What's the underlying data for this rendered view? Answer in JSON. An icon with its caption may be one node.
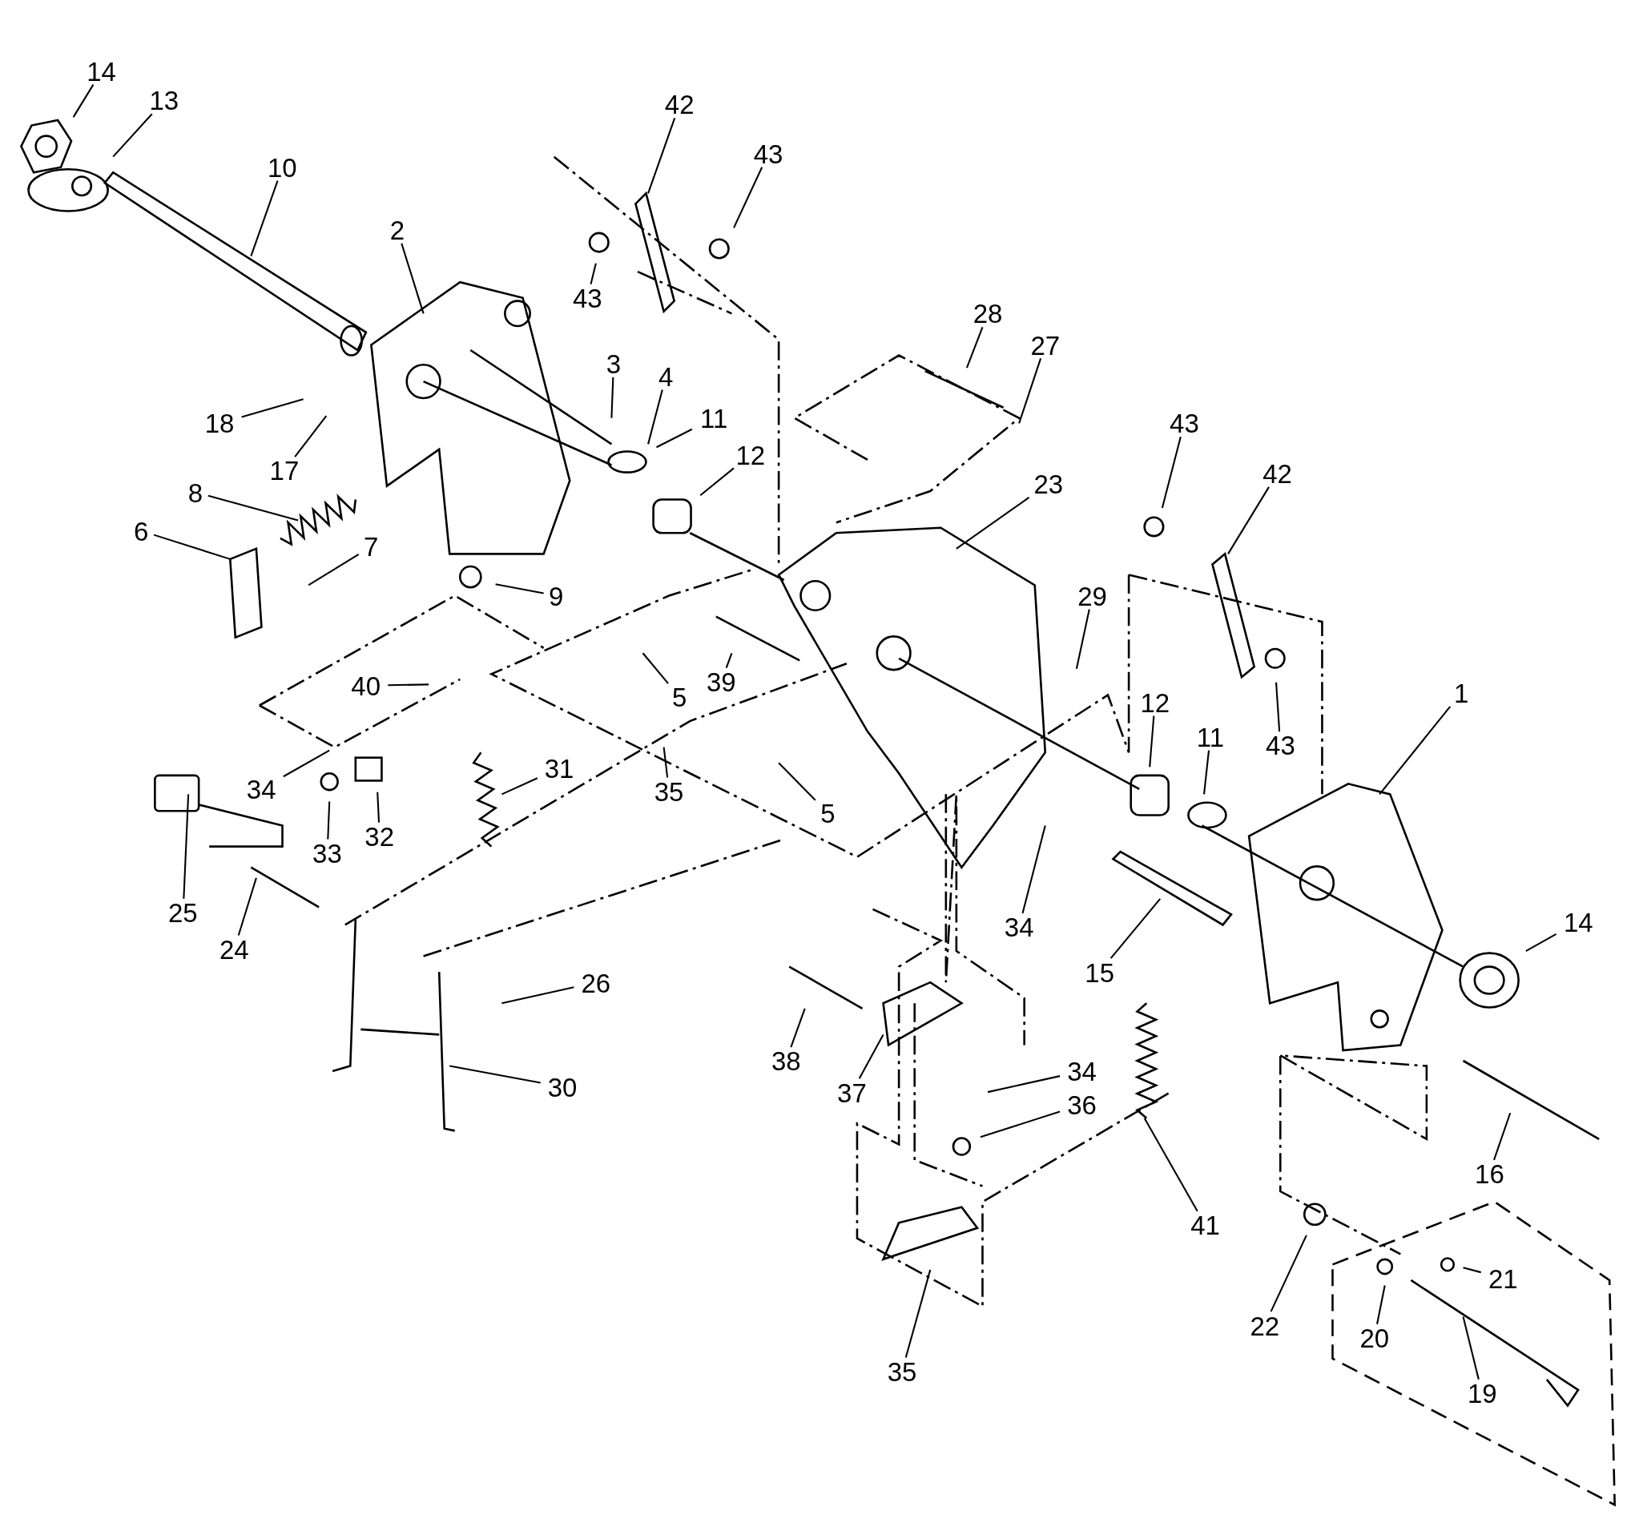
{
  "diagram": {
    "nodes": [
      {
        "text": [
          "14"
        ]
      },
      {
        "text": [
          "13"
        ]
      },
      {
        "text": [
          "10"
        ]
      },
      {
        "text": [
          "2"
        ]
      },
      {
        "text": [
          "42"
        ]
      },
      {
        "text": [
          "43"
        ]
      },
      {
        "text": [
          "43"
        ]
      },
      {
        "text": [
          "28"
        ]
      },
      {
        "text": [
          "3"
        ]
      },
      {
        "text": [
          "4"
        ]
      },
      {
        "text": [
          "27"
        ]
      },
      {
        "text": [
          "18"
        ]
      },
      {
        "text": [
          "17"
        ]
      },
      {
        "text": [
          "11"
        ]
      },
      {
        "text": [
          "43"
        ]
      },
      {
        "text": [
          "12"
        ]
      },
      {
        "text": [
          "42"
        ]
      },
      {
        "text": [
          "23"
        ]
      },
      {
        "text": [
          "8"
        ]
      },
      {
        "text": [
          "6"
        ]
      },
      {
        "text": [
          "7"
        ]
      },
      {
        "text": [
          "9"
        ]
      },
      {
        "text": [
          "29"
        ]
      },
      {
        "text": [
          "40"
        ]
      },
      {
        "text": [
          "5"
        ]
      },
      {
        "text": [
          "39"
        ]
      },
      {
        "text": [
          "1"
        ]
      },
      {
        "text": [
          "12"
        ]
      },
      {
        "text": [
          "11"
        ]
      },
      {
        "text": [
          "43"
        ]
      },
      {
        "text": [
          "31"
        ]
      },
      {
        "text": [
          "34"
        ]
      },
      {
        "text": [
          "35"
        ]
      },
      {
        "text": [
          "5"
        ]
      },
      {
        "text": [
          "32"
        ]
      },
      {
        "text": [
          "33"
        ]
      },
      {
        "text": [
          "34"
        ]
      },
      {
        "text": [
          "25"
        ]
      },
      {
        "text": [
          "24"
        ]
      },
      {
        "text": [
          "14"
        ]
      },
      {
        "text": [
          "15"
        ]
      },
      {
        "text": [
          "26"
        ]
      },
      {
        "text": [
          "38"
        ]
      },
      {
        "text": [
          "37"
        ]
      },
      {
        "text": [
          "34"
        ]
      },
      {
        "text": [
          "36"
        ]
      },
      {
        "text": [
          "30"
        ]
      },
      {
        "text": [
          "41"
        ]
      },
      {
        "text": [
          "16"
        ]
      },
      {
        "text": [
          "22"
        ]
      },
      {
        "text": [
          "21"
        ]
      },
      {
        "text": [
          "20"
        ]
      },
      {
        "text": [
          "19"
        ]
      },
      {
        "text": [
          "35"
        ]
      }
    ],
    "edges": [
      {
        "from": 0,
        "to": null,
        "arrow": "none"
      },
      {
        "from": 1,
        "to": null,
        "arrow": "none"
      },
      {
        "from": 2,
        "to": null,
        "arrow": "none"
      },
      {
        "from": 3,
        "to": null,
        "arrow": "none"
      },
      {
        "from": 4,
        "to": null,
        "arrow": "none"
      },
      {
        "from": 5,
        "to": null,
        "arrow": "none"
      },
      {
        "from": 6,
        "to": null,
        "arrow": "none"
      },
      {
        "from": 7,
        "to": null,
        "arrow": "none"
      },
      {
        "from": 8,
        "to": null,
        "arrow": "none"
      },
      {
        "from": 9,
        "to": null,
        "arrow": "none"
      },
      {
        "from": 10,
        "to": null,
        "arrow": "none"
      },
      {
        "from": 11,
        "to": null,
        "arrow": "none"
      },
      {
        "from": 12,
        "to": null,
        "arrow": "none"
      },
      {
        "from": 13,
        "to": null,
        "arrow": "none"
      },
      {
        "from": 14,
        "to": null,
        "arrow": "none"
      },
      {
        "from": 15,
        "to": null,
        "arrow": "none"
      },
      {
        "from": 16,
        "to": null,
        "arrow": "none"
      },
      {
        "from": 17,
        "to": null,
        "arrow": "none"
      },
      {
        "from": 18,
        "to": null,
        "arrow": "none"
      },
      {
        "from": 19,
        "to": null,
        "arrow": "none"
      },
      {
        "from": 20,
        "to": null,
        "arrow": "none"
      },
      {
        "from": 21,
        "to": null,
        "arrow": "none"
      },
      {
        "from": 22,
        "to": null,
        "arrow": "none"
      },
      {
        "from": 23,
        "to": null,
        "arrow": "none"
      },
      {
        "from": 24,
        "to": null,
        "arrow": "none"
      },
      {
        "from": 25,
        "to": null,
        "arrow": "none"
      },
      {
        "from": 26,
        "to": null,
        "arrow": "none"
      },
      {
        "from": 27,
        "to": null,
        "arrow": "none"
      },
      {
        "from": 28,
        "to": null,
        "arrow": "none"
      },
      {
        "from": 29,
        "to": null,
        "arrow": "none"
      },
      {
        "from": 30,
        "to": null,
        "arrow": "none"
      },
      {
        "from": 31,
        "to": null,
        "arrow": "none"
      },
      {
        "from": 32,
        "to": null,
        "arrow": "none"
      },
      {
        "from": 33,
        "to": null,
        "arrow": "none"
      },
      {
        "from": 34,
        "to": null,
        "arrow": "none"
      },
      {
        "from": 35,
        "to": null,
        "arrow": "none"
      },
      {
        "from": 36,
        "to": null,
        "arrow": "none"
      },
      {
        "from": 37,
        "to": null,
        "arrow": "none"
      },
      {
        "from": 38,
        "to": null,
        "arrow": "none"
      },
      {
        "from": 39,
        "to": null,
        "arrow": "none"
      },
      {
        "from": 40,
        "to": null,
        "arrow": "none"
      },
      {
        "from": 41,
        "to": null,
        "arrow": "none"
      },
      {
        "from": 42,
        "to": null,
        "arrow": "none"
      },
      {
        "from": 43,
        "to": null,
        "arrow": "none"
      },
      {
        "from": 44,
        "to": null,
        "arrow": "none"
      },
      {
        "from": 45,
        "to": null,
        "arrow": "none"
      },
      {
        "from": 46,
        "to": null,
        "arrow": "none"
      },
      {
        "from": 47,
        "to": null,
        "arrow": "none"
      },
      {
        "from": 48,
        "to": null,
        "arrow": "none"
      },
      {
        "from": 49,
        "to": null,
        "arrow": "none"
      },
      {
        "from": 50,
        "to": null,
        "arrow": "none"
      },
      {
        "from": 51,
        "to": null,
        "arrow": "none"
      },
      {
        "from": 52,
        "to": null,
        "arrow": "none"
      },
      {
        "from": 53,
        "to": null,
        "arrow": "none"
      }
    ]
  }
}
